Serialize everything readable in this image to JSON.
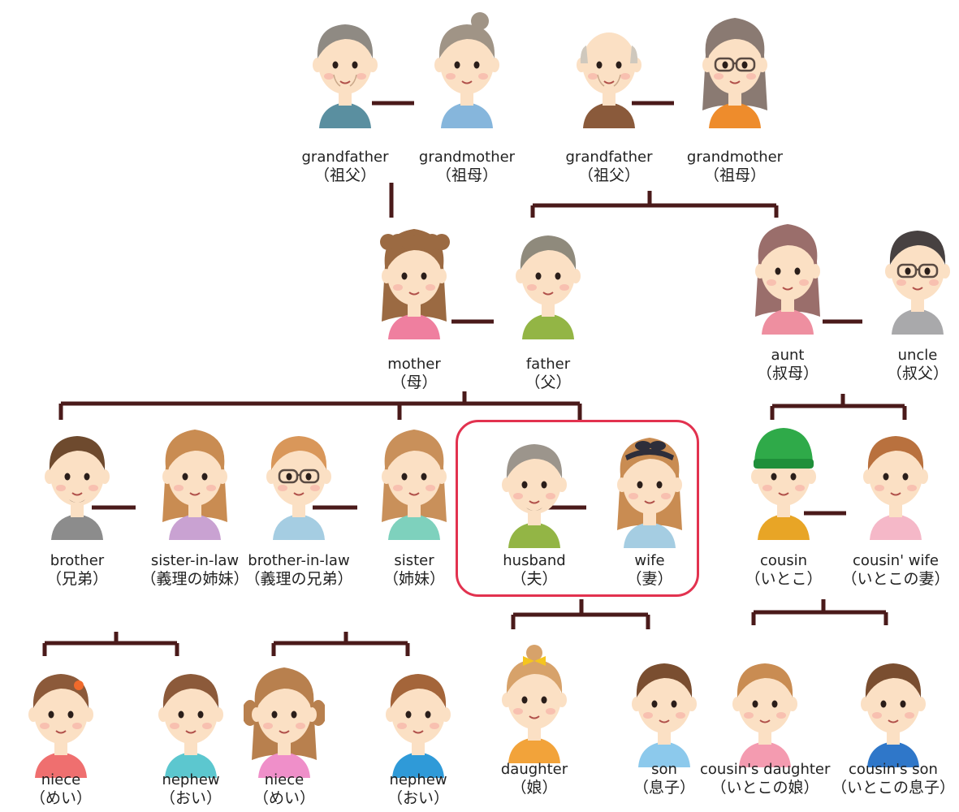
{
  "colors": {
    "line": "#4a1a1a",
    "highlight": "#e2324f",
    "skin": "#fbe0c4",
    "cheek": "#f7b2a8"
  },
  "people": [
    {
      "id": "gf1",
      "en": "grandfather",
      "jp": "（祖父）",
      "hair": "#8f8a83",
      "shirt": "#5a8fa0",
      "style": "old-man"
    },
    {
      "id": "gm1",
      "en": "grandmother",
      "jp": "（祖母）",
      "hair": "#a09486",
      "shirt": "#86b6dc",
      "style": "bun"
    },
    {
      "id": "gf2",
      "en": "grandfather",
      "jp": "（祖父）",
      "hair": "#cfc8bd",
      "shirt": "#8a5a3b",
      "style": "bald"
    },
    {
      "id": "gm2",
      "en": "grandmother",
      "jp": "（祖母）",
      "hair": "#8a7a72",
      "shirt": "#ee8c2c",
      "style": "glasses-long"
    },
    {
      "id": "mother",
      "en": "mother",
      "jp": "（母）",
      "hair": "#9b6a42",
      "shirt": "#ef7f9f",
      "style": "curly"
    },
    {
      "id": "father",
      "en": "father",
      "jp": "（父）",
      "hair": "#8f8a7c",
      "shirt": "#93b545",
      "style": "man"
    },
    {
      "id": "aunt",
      "en": "aunt",
      "jp": "（叔母）",
      "hair": "#9a6e6b",
      "shirt": "#ee8fa0",
      "style": "long"
    },
    {
      "id": "uncle",
      "en": "uncle",
      "jp": "（叔父）",
      "hair": "#474141",
      "shirt": "#a9a9ab",
      "style": "glasses-man"
    },
    {
      "id": "brother",
      "en": "brother",
      "jp": "（兄弟）",
      "hair": "#6e4a2e",
      "shirt": "#8c8c8c",
      "style": "beard"
    },
    {
      "id": "sister_in_law",
      "en": "sister-in-law",
      "jp": "（義理の姉妹）",
      "hair": "#c98c52",
      "shirt": "#c9a2d2",
      "style": "long"
    },
    {
      "id": "brother_in_law",
      "en": "brother-in-law",
      "jp": "（義理の兄弟）",
      "hair": "#d9975a",
      "shirt": "#a5cde2",
      "style": "glasses-man"
    },
    {
      "id": "sister",
      "en": "sister",
      "jp": "（姉妹）",
      "hair": "#c9905a",
      "shirt": "#7ed1bd",
      "style": "long"
    },
    {
      "id": "husband",
      "en": "husband",
      "jp": "（夫）",
      "hair": "#9c958c",
      "shirt": "#93b545",
      "style": "beard"
    },
    {
      "id": "wife",
      "en": "wife",
      "jp": "（妻）",
      "hair": "#c98c52",
      "shirt": "#a5cde2",
      "style": "headband"
    },
    {
      "id": "cousin",
      "en": "cousin",
      "jp": "（いとこ）",
      "hair": "#2faa49",
      "shirt": "#e8a526",
      "style": "hat"
    },
    {
      "id": "cousin_wife",
      "en": "cousin' wife",
      "jp": "（いとこの妻）",
      "hair": "#b9713e",
      "shirt": "#f5b8c8",
      "style": "short"
    },
    {
      "id": "niece1",
      "en": "niece",
      "jp": "（めい）",
      "hair": "#8c5a3a",
      "shirt": "#ef6f6f",
      "style": "girl-flower"
    },
    {
      "id": "nephew1",
      "en": "nephew",
      "jp": "（おい）",
      "hair": "#8c5a3a",
      "shirt": "#5cc7cf",
      "style": "boy"
    },
    {
      "id": "niece2",
      "en": "niece",
      "jp": "（めい）",
      "hair": "#b8804e",
      "shirt": "#ef8fc9",
      "style": "pigtails"
    },
    {
      "id": "nephew2",
      "en": "nephew",
      "jp": "（おい）",
      "hair": "#a4653a",
      "shirt": "#2f9ad8",
      "style": "boy"
    },
    {
      "id": "daughter",
      "en": "daughter",
      "jp": "（娘）",
      "hair": "#d7a26a",
      "shirt": "#f2a33a",
      "style": "girl-bow"
    },
    {
      "id": "son",
      "en": "son",
      "jp": "（息子）",
      "hair": "#7a4e30",
      "shirt": "#8cc9ec",
      "style": "boy"
    },
    {
      "id": "cousins_daughter",
      "en": "cousin's daughter",
      "jp": "（いとこの娘）",
      "hair": "#c98c52",
      "shirt": "#f49bb0",
      "style": "short"
    },
    {
      "id": "cousins_son",
      "en": "cousin's son",
      "jp": "（いとこの息子）",
      "hair": "#7a4e30",
      "shirt": "#2f77c9",
      "style": "boy"
    }
  ]
}
